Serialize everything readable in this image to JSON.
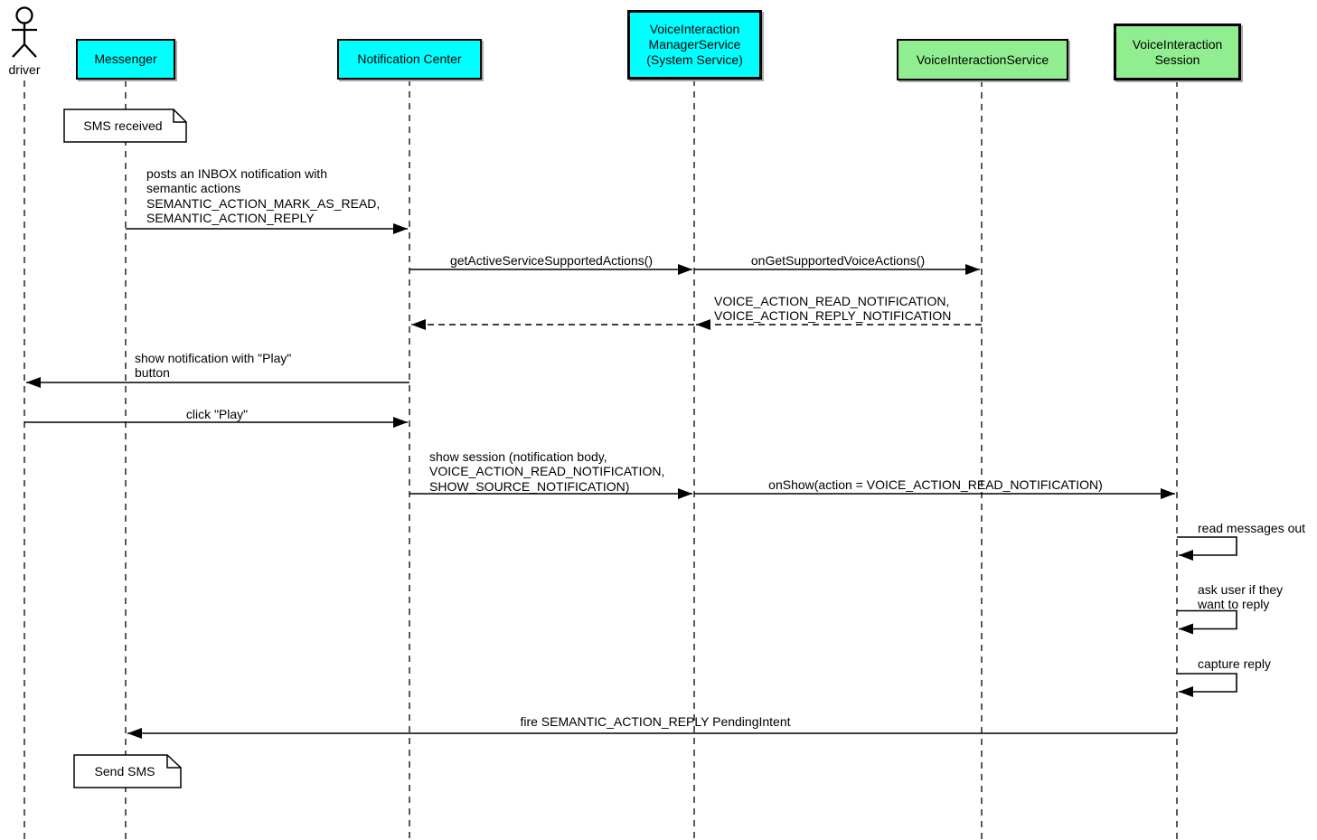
{
  "diagram": {
    "type": "uml-sequence",
    "colors": {
      "cyan_participant": "#00ffff",
      "green_participant": "#90ee90",
      "line": "#000000",
      "note_fill": "#ffffff"
    },
    "participants": {
      "driver": {
        "kind": "actor",
        "label": "driver"
      },
      "messenger": {
        "kind": "participant",
        "label": "Messenger",
        "fill": "#00ffff"
      },
      "notification_center": {
        "kind": "participant",
        "label": "Notification Center",
        "fill": "#00ffff"
      },
      "voice_interaction_manager_service": {
        "kind": "participant",
        "lines": [
          "VoiceInteraction",
          "ManagerService",
          "(System Service)"
        ],
        "fill": "#00ffff"
      },
      "voice_interaction_service": {
        "kind": "participant",
        "label": "VoiceInteractionService",
        "fill": "#90ee90"
      },
      "voice_interaction_session": {
        "kind": "participant",
        "lines": [
          "VoiceInteraction",
          "Session"
        ],
        "fill": "#90ee90"
      }
    },
    "notes": {
      "sms_received": {
        "label": "SMS received",
        "on": "messenger"
      },
      "send_sms": {
        "label": "Send SMS",
        "on": "messenger"
      }
    },
    "messages": {
      "post_inbox_notification": {
        "from": "messenger",
        "to": "notification_center",
        "style": "solid",
        "lines": [
          "posts an INBOX notification with",
          "semantic actions",
          "SEMANTIC_ACTION_MARK_AS_READ,",
          "SEMANTIC_ACTION_REPLY"
        ]
      },
      "get_active_service_supported_actions": {
        "from": "notification_center",
        "to": "voice_interaction_manager_service",
        "style": "solid",
        "label": "getActiveServiceSupportedActions()"
      },
      "on_get_supported_voice_actions": {
        "from": "voice_interaction_manager_service",
        "to": "voice_interaction_service",
        "style": "solid",
        "label": "onGetSupportedVoiceActions()"
      },
      "supported_actions_return": {
        "from": "voice_interaction_service",
        "to": "voice_interaction_manager_service",
        "style": "dashed",
        "lines": [
          "VOICE_ACTION_READ_NOTIFICATION,",
          "VOICE_ACTION_REPLY_NOTIFICATION"
        ]
      },
      "supported_actions_return_relay": {
        "from": "voice_interaction_manager_service",
        "to": "notification_center",
        "style": "dashed",
        "label": ""
      },
      "show_notification": {
        "from": "notification_center",
        "to": "driver",
        "style": "solid",
        "lines": [
          "show notification with \"Play\"",
          "button"
        ]
      },
      "click_play": {
        "from": "driver",
        "to": "notification_center",
        "style": "solid",
        "label": "click \"Play\""
      },
      "show_session": {
        "from": "notification_center",
        "to": "voice_interaction_manager_service",
        "style": "solid",
        "lines": [
          "show session (notification body,",
          "VOICE_ACTION_READ_NOTIFICATION,",
          "SHOW_SOURCE_NOTIFICATION)"
        ]
      },
      "on_show": {
        "from": "voice_interaction_manager_service",
        "to": "voice_interaction_session",
        "style": "solid",
        "label": "onShow(action = VOICE_ACTION_READ_NOTIFICATION)"
      },
      "read_messages_out": {
        "from": "voice_interaction_session",
        "to": "voice_interaction_session",
        "style": "self",
        "label": "read messages out"
      },
      "ask_user_reply": {
        "from": "voice_interaction_session",
        "to": "voice_interaction_session",
        "style": "self",
        "lines": [
          "ask user if they",
          "want to reply"
        ]
      },
      "capture_reply": {
        "from": "voice_interaction_session",
        "to": "voice_interaction_session",
        "style": "self",
        "label": "capture reply"
      },
      "fire_reply_pending_intent": {
        "from": "voice_interaction_session",
        "to": "messenger",
        "style": "solid",
        "label": "fire SEMANTIC_ACTION_REPLY PendingIntent"
      }
    }
  }
}
